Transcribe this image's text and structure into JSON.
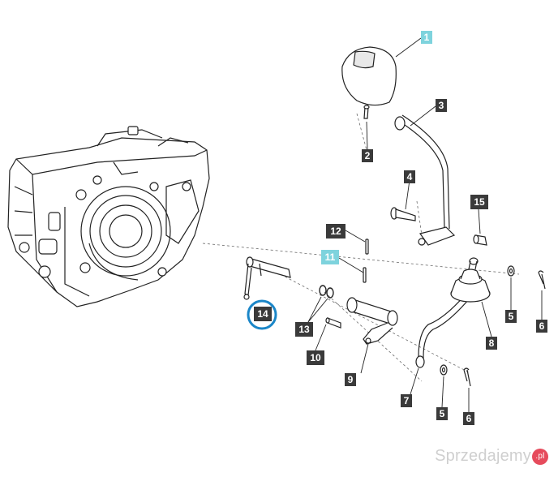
{
  "callouts": {
    "c1": "1",
    "c2": "2",
    "c3": "3",
    "c4": "4",
    "c5a": "5",
    "c5b": "5",
    "c6a": "6",
    "c6b": "6",
    "c7": "7",
    "c8": "8",
    "c9": "9",
    "c10": "10",
    "c11": "11",
    "c12": "12",
    "c13": "13",
    "c14": "14",
    "c15": "15"
  },
  "watermark": {
    "text": "Sprzedajemy",
    "badge": ".pl"
  },
  "colors": {
    "callout_dark": "#3a3a3a",
    "callout_highlight": "#7ed3dd",
    "circle_highlight": "#1a86c8",
    "line": "#2b2b2b"
  }
}
